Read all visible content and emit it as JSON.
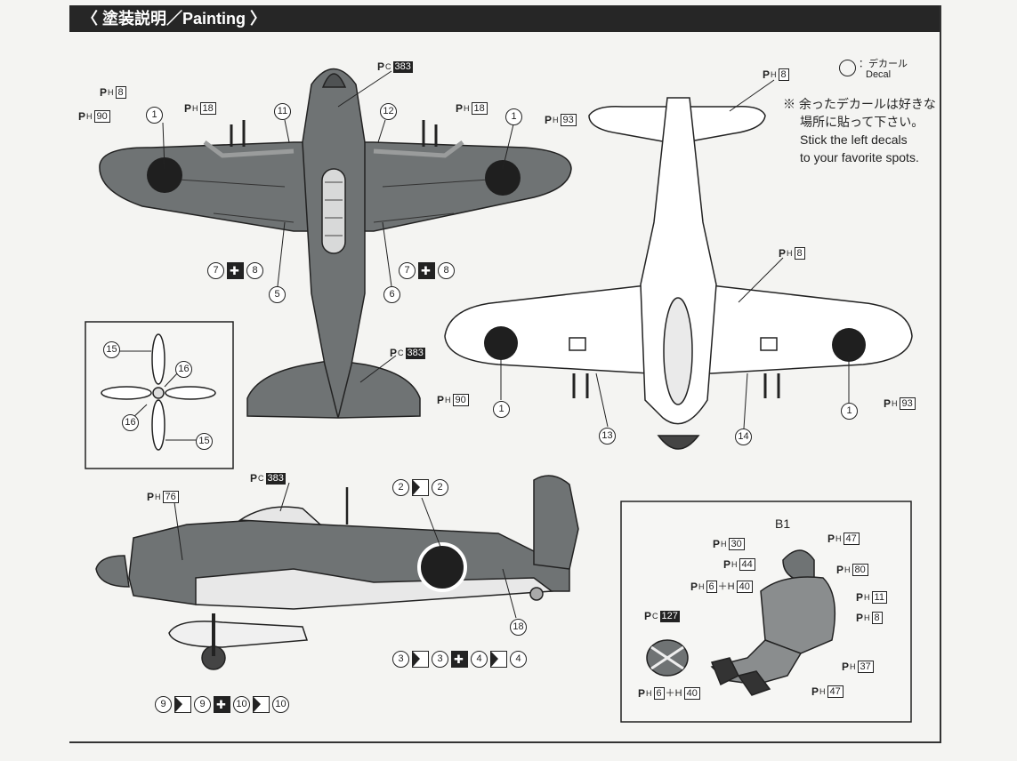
{
  "header": {
    "title": "〈 塗装説明／Painting 〉"
  },
  "legend": {
    "symbol_label": "：デカール",
    "symbol_label_en": "Decal"
  },
  "note": {
    "line1": "※ 余ったデカールは好きな",
    "line2": "場所に貼って下さい。",
    "line3": "Stick the left decals",
    "line4": "to your favorite spots."
  },
  "colors": {
    "aircraft_gray": "#6f7374",
    "hinomaru": "#1f1f1f",
    "light_gray": "#c9cbcb",
    "header_bg": "#262626"
  },
  "labels": {
    "p_prefix": "P",
    "h_sub": "H",
    "c_sub": "C",
    "pc383": "383",
    "ph8": "8",
    "ph90": "90",
    "ph93": "93",
    "ph18": "18",
    "ph76": "76",
    "ph30": "30",
    "ph44": "44",
    "ph6": "6",
    "ph40": "40",
    "ph47": "47",
    "ph80": "80",
    "ph11": "11",
    "ph37": "37",
    "pc127": "127",
    "plus_h": "＋H",
    "b1": "B1"
  },
  "parts": {
    "n1": "1",
    "n2": "2",
    "n3": "3",
    "n4": "4",
    "n5": "5",
    "n6": "6",
    "n7": "7",
    "n8": "8",
    "n9": "9",
    "n10": "10",
    "n11": "11",
    "n12": "12",
    "n13": "13",
    "n14": "14",
    "n15": "15",
    "n16": "16",
    "n18": "18"
  }
}
